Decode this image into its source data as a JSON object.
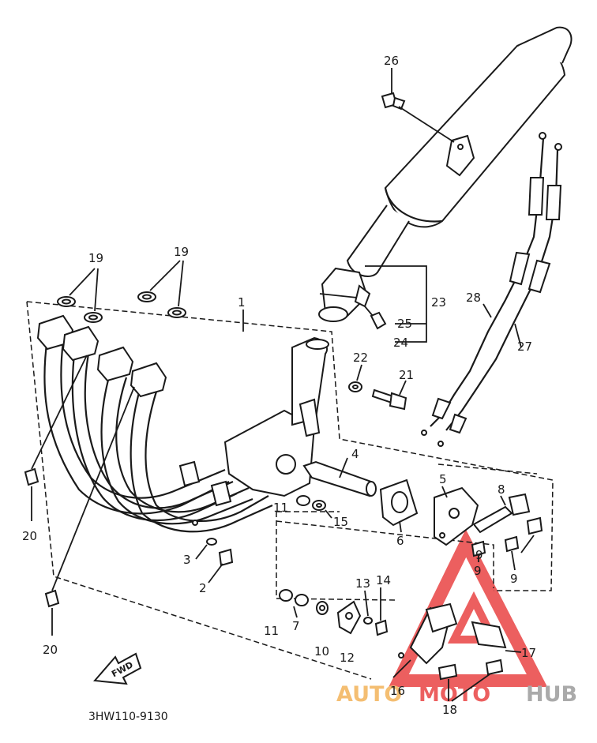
{
  "diagram_code": "3HW110-9130",
  "fwd_label": "FWD",
  "watermark": {
    "part1": "AUTO",
    "part2": "MOTO",
    "part3": "HUB",
    "color_red": "#e94444",
    "color_gray": "#9c9c9c",
    "color_orange": "#f3b35a"
  },
  "callouts": [
    {
      "id": "c1",
      "text": "1"
    },
    {
      "id": "c2",
      "text": "2"
    },
    {
      "id": "c3",
      "text": "3"
    },
    {
      "id": "c4",
      "text": "4"
    },
    {
      "id": "c5",
      "text": "5"
    },
    {
      "id": "c6",
      "text": "6"
    },
    {
      "id": "c7",
      "text": "7"
    },
    {
      "id": "c8",
      "text": "8"
    },
    {
      "id": "c9a",
      "text": "9"
    },
    {
      "id": "c9b",
      "text": "9"
    },
    {
      "id": "c9c",
      "text": "9"
    },
    {
      "id": "c10",
      "text": "10"
    },
    {
      "id": "c11a",
      "text": "11"
    },
    {
      "id": "c11b",
      "text": "11"
    },
    {
      "id": "c12",
      "text": "12"
    },
    {
      "id": "c13",
      "text": "13"
    },
    {
      "id": "c14",
      "text": "14"
    },
    {
      "id": "c15",
      "text": "15"
    },
    {
      "id": "c16",
      "text": "16"
    },
    {
      "id": "c17",
      "text": "17"
    },
    {
      "id": "c18",
      "text": "18"
    },
    {
      "id": "c19a",
      "text": "19"
    },
    {
      "id": "c19b",
      "text": "19"
    },
    {
      "id": "c20a",
      "text": "20"
    },
    {
      "id": "c20b",
      "text": "20"
    },
    {
      "id": "c21",
      "text": "21"
    },
    {
      "id": "c22",
      "text": "22"
    },
    {
      "id": "c23",
      "text": "23"
    },
    {
      "id": "c24",
      "text": "24"
    },
    {
      "id": "c25",
      "text": "25"
    },
    {
      "id": "c26",
      "text": "26"
    },
    {
      "id": "c27",
      "text": "27"
    },
    {
      "id": "c28",
      "text": "28"
    }
  ]
}
